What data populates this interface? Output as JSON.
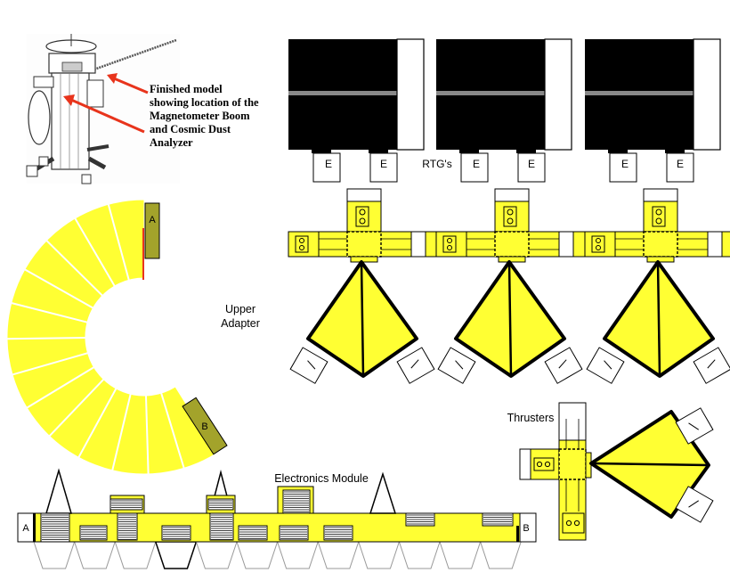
{
  "colors": {
    "yellow": "#ffff33",
    "olive": "#a3a32b",
    "red": "#e8341c",
    "black": "#000000",
    "grey": "#888888",
    "white": "#ffffff",
    "sketch_bg": "#fdfdfd"
  },
  "callout": {
    "lines": [
      "Finished model",
      "showing location of the",
      "Magnetometer Boom",
      "and Cosmic Dust",
      "Analyzer"
    ]
  },
  "rtg": {
    "caption": "RTG's",
    "tab_label": "E"
  },
  "upper_adapter": {
    "label_line1": "Upper",
    "label_line2": "Adapter",
    "tab_a": "A",
    "tab_b": "B"
  },
  "thrusters": {
    "caption": "Thrusters"
  },
  "electronics": {
    "caption": "Electronics Module",
    "end_a": "A",
    "end_b": "B"
  },
  "icons": {
    "spacecraft_sketch": "spacecraft-sketch-icon",
    "arrow": "red-arrow-icon"
  }
}
